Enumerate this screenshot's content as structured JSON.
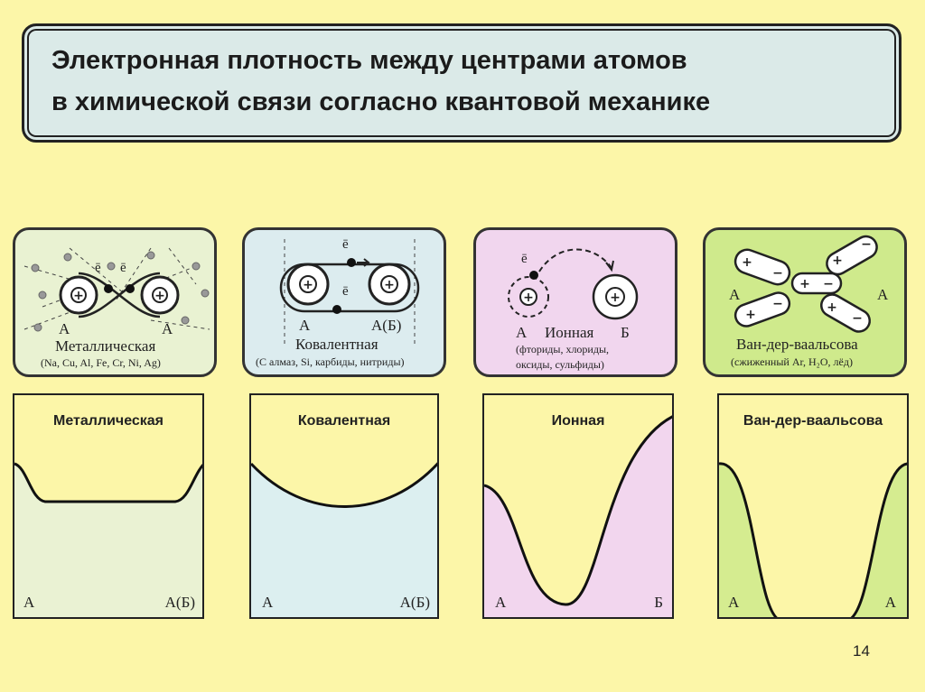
{
  "title": {
    "line1": "Электронная плотность между центрами атомов",
    "line2": "в химической связи согласно квантовой механике"
  },
  "cards": [
    {
      "name": "Металлическая",
      "sub": "(Na, Cu, Al, Fe, Cr, Ni, Ag)",
      "atom_left": "А",
      "atom_right": "А",
      "electron_labels": [
        "ē",
        "ē"
      ],
      "bg": "#e9f2d2"
    },
    {
      "name": "Ковалентная",
      "sub": "(С алмаз, Si, карбиды, нитриды)",
      "atom_left": "А",
      "atom_right": "А(Б)",
      "electron_labels": [
        "ē",
        "ē"
      ],
      "bg": "#dcecef"
    },
    {
      "name": "Ионная",
      "sub_line1": "(фториды, хлориды,",
      "sub_line2": "оксиды, сульфиды)",
      "atom_left": "А",
      "atom_right": "Б",
      "electron_labels": [
        "ē"
      ],
      "bg": "#f1d6ee"
    },
    {
      "name": "Ван-дер-ваальсова",
      "sub": "(сжиженный Ar, H₂O, лёд)",
      "atom_left": "А",
      "atom_right": "А",
      "bg": "#cfea8c"
    }
  ],
  "graphs": [
    {
      "title": "Металлическая",
      "left": "А",
      "right": "А(Б)",
      "fill": "#eaf2d3"
    },
    {
      "title": "Ковалентная",
      "left": "А",
      "right": "А(Б)",
      "fill": "#dceff0"
    },
    {
      "title": "Ионная",
      "left": "А",
      "right": "Б",
      "fill": "#f2d6ee"
    },
    {
      "title": "Ван-дер-ваальсова",
      "left": "А",
      "right": "А",
      "fill": "#d5ec90"
    }
  ],
  "page_number": "14",
  "colors": {
    "background": "#fcf6a8",
    "title_box": "#dbeae8",
    "outline": "#222222"
  }
}
